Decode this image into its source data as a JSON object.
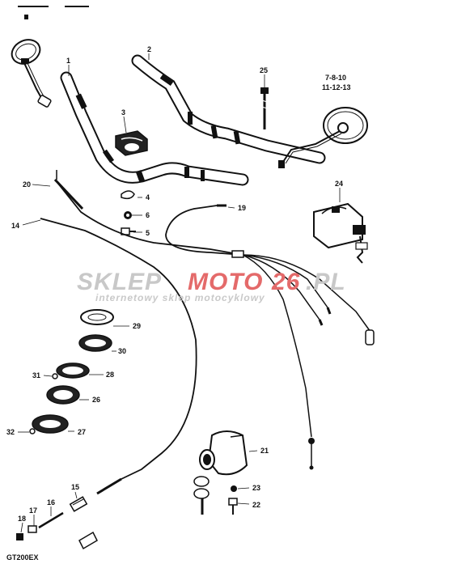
{
  "model_code": "GT200EX",
  "watermark": {
    "brand_a": "SKLEP",
    "brand_b": "MOTO",
    "brand_c": "26",
    "brand_d": ".PL",
    "tagline": "internetowy sklep motocyklowy",
    "gray": "#c8c8c8",
    "red": "#e46a6a"
  },
  "callouts": {
    "c1": "1",
    "c2": "2",
    "c3": "3",
    "c4": "4",
    "c5": "5",
    "c6": "6",
    "c7": "7-8-10",
    "c11": "11-12-13",
    "c14": "14",
    "c15": "15",
    "c16": "16",
    "c17": "17",
    "c18": "18",
    "c19": "19",
    "c20": "20",
    "c21": "21",
    "c22": "22",
    "c23": "23",
    "c24": "24",
    "c25": "25",
    "c26": "26",
    "c27": "27",
    "c28": "28",
    "c29": "29",
    "c30": "30",
    "c31": "31",
    "c32": "32"
  }
}
